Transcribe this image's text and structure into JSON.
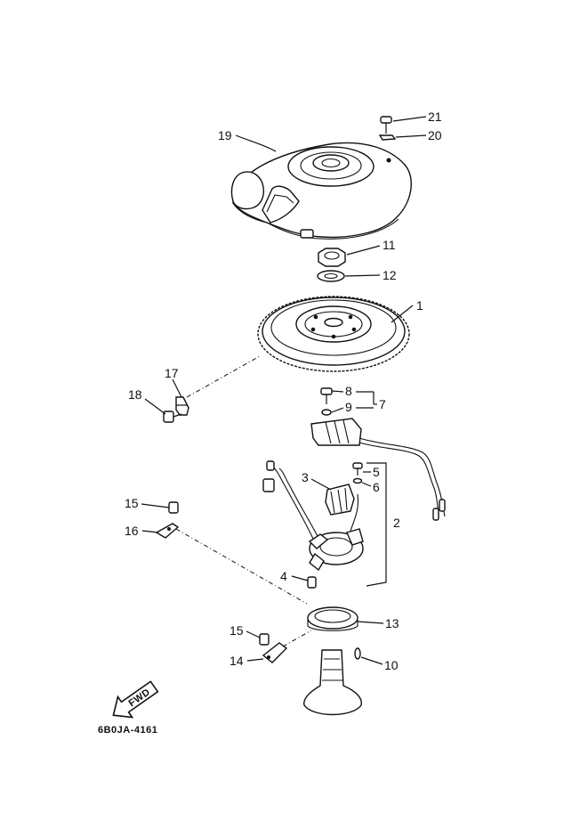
{
  "diagram_code": "6B0JA-4161",
  "fwd_label": "FWD",
  "callouts": [
    {
      "id": "c21",
      "text": "21"
    },
    {
      "id": "c20",
      "text": "20"
    },
    {
      "id": "c19",
      "text": "19"
    },
    {
      "id": "c11",
      "text": "11"
    },
    {
      "id": "c12",
      "text": "12"
    },
    {
      "id": "c1",
      "text": "1"
    },
    {
      "id": "c17",
      "text": "17"
    },
    {
      "id": "c18",
      "text": "18"
    },
    {
      "id": "c8",
      "text": "8"
    },
    {
      "id": "c9",
      "text": "9"
    },
    {
      "id": "c7",
      "text": "7"
    },
    {
      "id": "c3",
      "text": "3"
    },
    {
      "id": "c5",
      "text": "5"
    },
    {
      "id": "c6",
      "text": "6"
    },
    {
      "id": "c2",
      "text": "2"
    },
    {
      "id": "c15a",
      "text": "15"
    },
    {
      "id": "c16",
      "text": "16"
    },
    {
      "id": "c4",
      "text": "4"
    },
    {
      "id": "c13",
      "text": "13"
    },
    {
      "id": "c15b",
      "text": "15"
    },
    {
      "id": "c14",
      "text": "14"
    },
    {
      "id": "c10",
      "text": "10"
    }
  ]
}
